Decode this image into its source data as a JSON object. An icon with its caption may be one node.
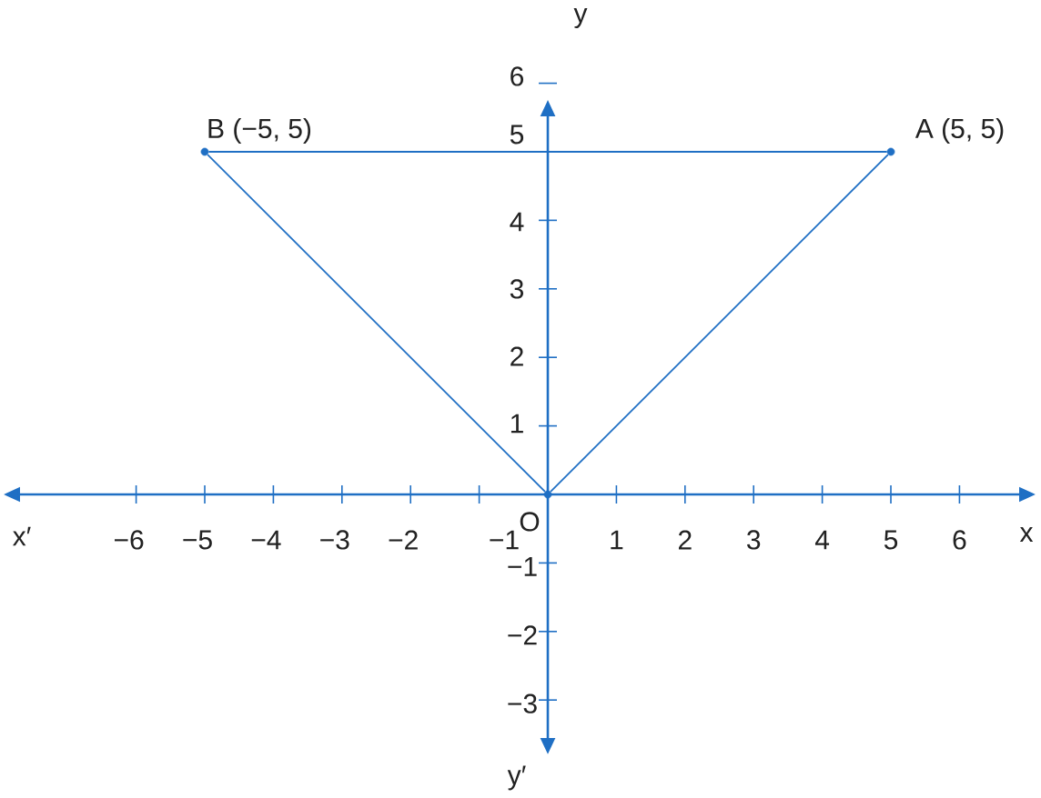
{
  "diagram": {
    "nodes": [
      {
        "text": [],
        "shape": "circle",
        "beside": [
          "B (−5, 5)"
        ]
      },
      {
        "text": [],
        "shape": "circle",
        "beside": [
          "A (5, 5)"
        ]
      },
      {
        "text": [],
        "shape": "circle",
        "beside": [
          "O"
        ]
      }
    ],
    "edges": [
      {
        "from": 0,
        "to": 1,
        "arrow": "none"
      },
      {
        "from": 0,
        "to": 2,
        "arrow": "none"
      },
      {
        "from": 2,
        "to": 1,
        "arrow": "none"
      }
    ],
    "labels": [
      "y",
      "6",
      "5",
      "4",
      "3",
      "2",
      "1",
      "x′",
      "−6",
      "−5",
      "−4",
      "−3",
      "−2",
      "−1",
      "1",
      "2",
      "3",
      "4",
      "5",
      "6",
      "x",
      "−1",
      "−2",
      "−3",
      "y′"
    ]
  }
}
